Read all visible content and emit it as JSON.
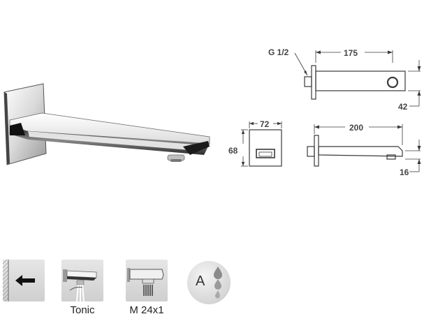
{
  "drawing": {
    "top_view": {
      "thread_label": "G 1/2",
      "length_label": "175",
      "height_label": "42"
    },
    "front_view": {
      "width_label": "72",
      "height_label": "68"
    },
    "side_view": {
      "length_label": "200",
      "height_label": "16"
    }
  },
  "features": {
    "tonic_caption": "Tonic",
    "aerator_caption": "M 24x1",
    "water_badge_letter": "A"
  },
  "colors": {
    "line": "#3a3a3a",
    "chrome_dark": "#2b2b2b",
    "chrome_light": "#f2f2f2",
    "tile": "#d8d8d8"
  }
}
